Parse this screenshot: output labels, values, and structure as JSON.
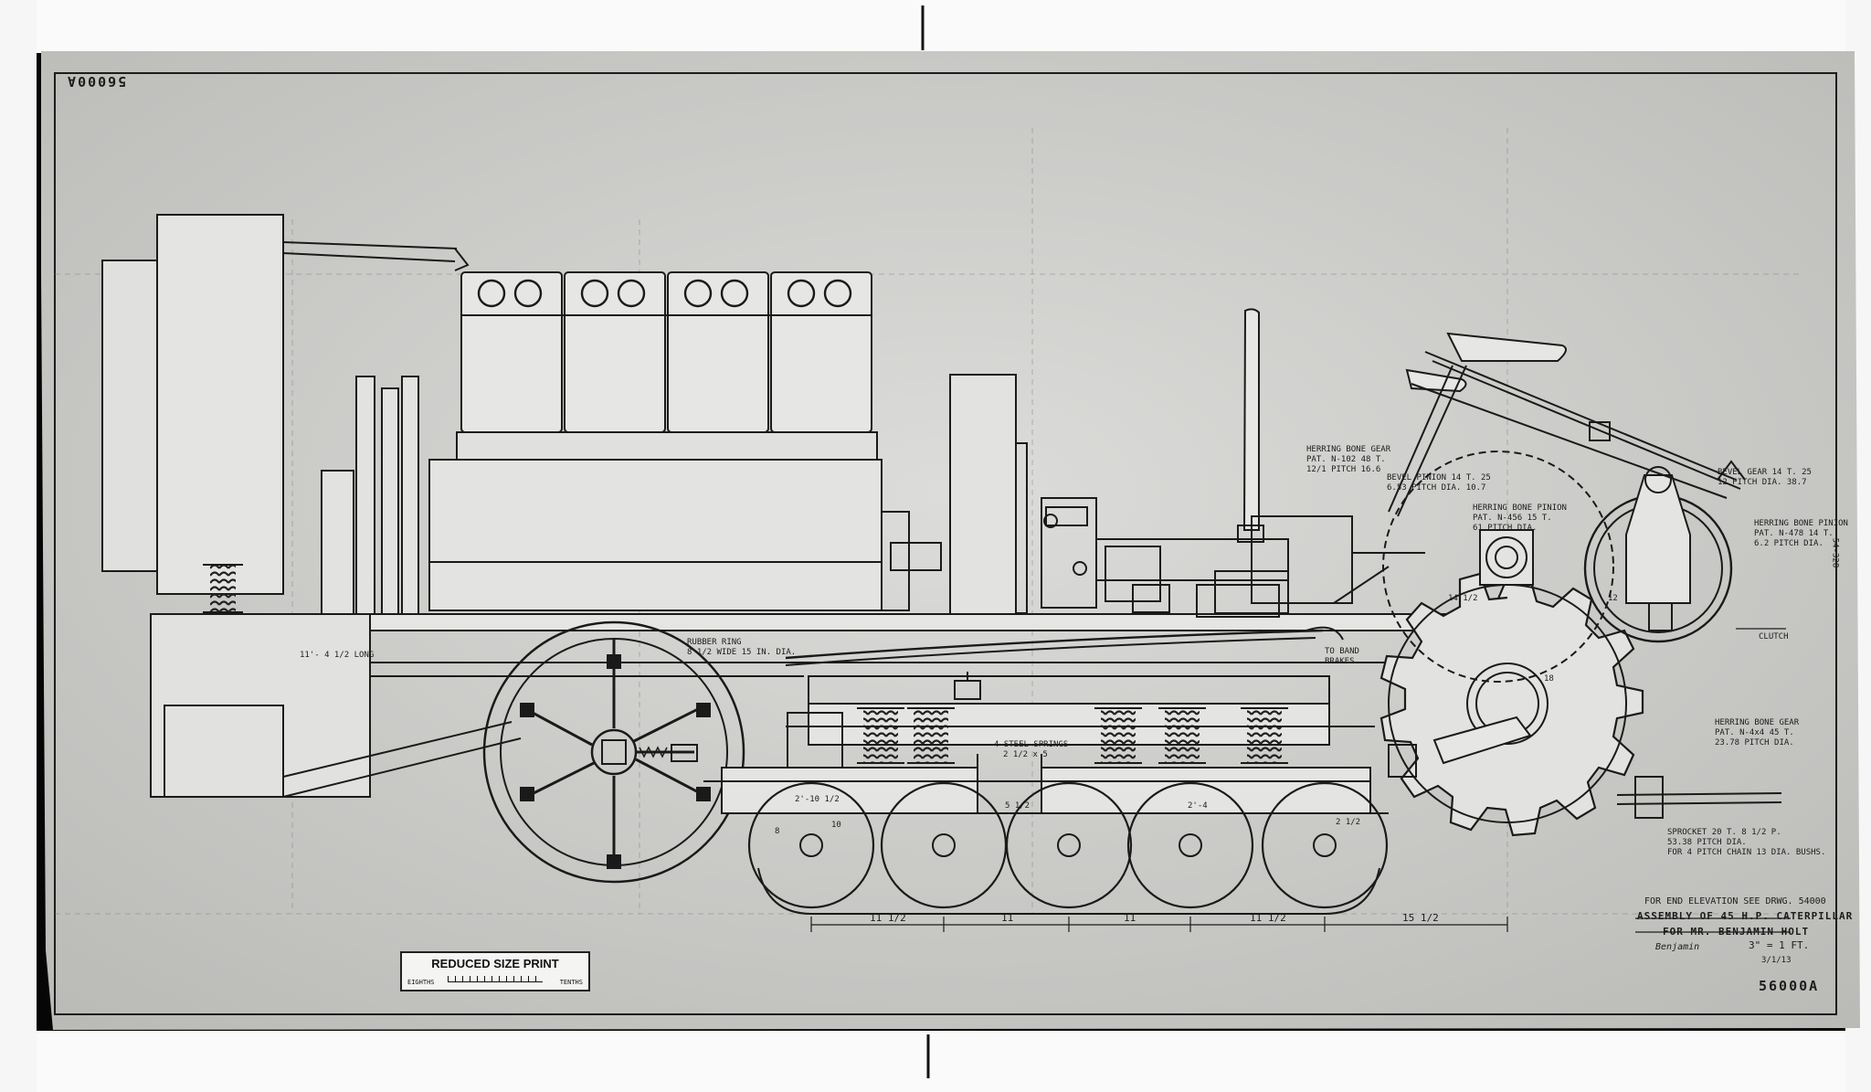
{
  "drawing": {
    "number_top": "56000A",
    "number_bottom": "56000A",
    "title_line1": "ASSEMBLY OF 45 H.P. CATERPILLAR",
    "title_line2": "FOR MR. BENJAMIN HOLT",
    "scale": "3\" = 1 FT.",
    "signature": "Benjamin",
    "date": "3/1/13",
    "end_elevation_note": "FOR END ELEVATION SEE DRWG. 54000",
    "edge_mark": "54-328"
  },
  "stamp": {
    "title": "REDUCED SIZE PRINT",
    "left_unit": "EIGHTHS",
    "right_unit": "TENTHS"
  },
  "callouts": {
    "herring_gear": [
      "HERRING BONE GEAR",
      "PAT. N-102 48 T.",
      "12/1 PITCH 16.6"
    ],
    "bevel_pinion": [
      "BEVEL PINION 14 T. 25",
      "6.53 PITCH DIA. 10.7"
    ],
    "herring_pinion": [
      "HERRING BONE PINION",
      "PAT. N-456 15 T.",
      "61 PITCH DIA."
    ],
    "bevel_gear": [
      "BEVEL GEAR 14 T. 25",
      "12 PITCH DIA. 38.7"
    ],
    "herring_pinion_right": [
      "HERRING BONE PINION",
      "PAT. N-478 14 T.",
      "6.2 PITCH DIA."
    ],
    "clutch": "CLUTCH",
    "herring_gear_right": [
      "HERRING BONE GEAR",
      "PAT. N-4x4 45 T.",
      "23.78 PITCH DIA."
    ],
    "sprocket": [
      "SPROCKET 20 T. 8 1/2 P.",
      "53.38 PITCH DIA.",
      "FOR 4 PITCH CHAIN 13 DIA. BUSHS."
    ],
    "rubber_ring": [
      "RUBBER RING",
      "8 1/2 WIDE 15 IN. DIA."
    ],
    "steel_springs": [
      "4 STEEL SPRINGS",
      "2 1/2 x 5"
    ],
    "band_brakes": [
      "TO BAND",
      "BRAKES"
    ],
    "length_note": "11'- 4 1/2 LONG"
  },
  "dimensions": [
    "11 1/2",
    "11",
    "11",
    "11 1/2",
    "15 1/2",
    "2'-10 1/2",
    "2'-4",
    "5 1/2",
    "2 1/2",
    "10",
    "8",
    "18",
    "14 1/2",
    "12"
  ]
}
